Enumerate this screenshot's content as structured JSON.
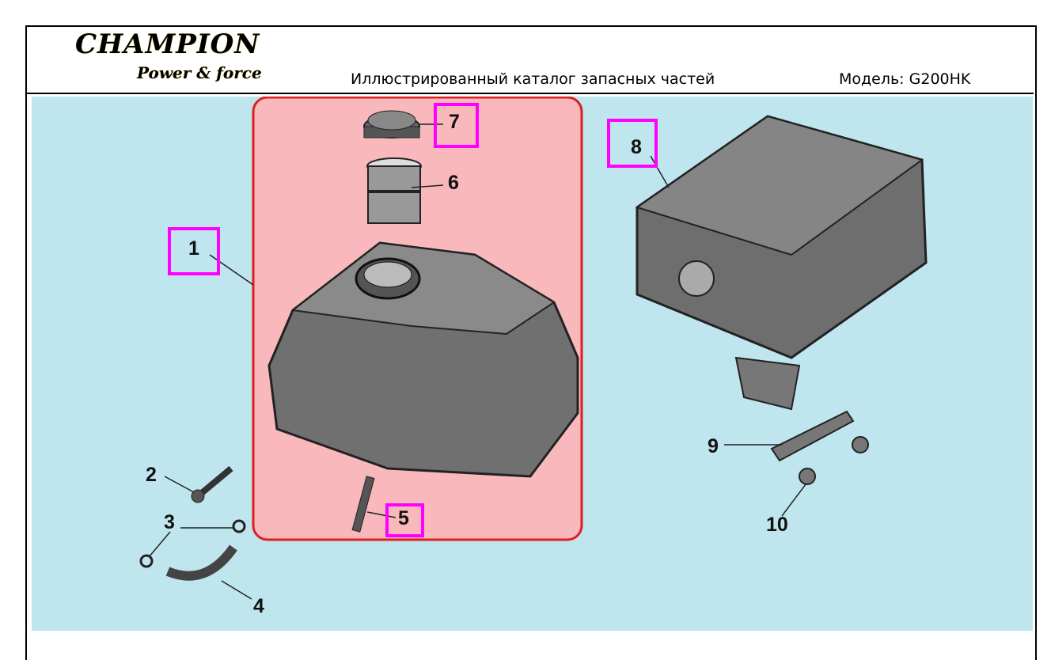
{
  "header": {
    "logo_brand": "CHAMPION",
    "logo_tagline": "Power & force",
    "title": "Иллюстрированный каталог запасных частей",
    "model": "Модель: G200HK"
  },
  "diagram": {
    "callouts": [
      "1",
      "2",
      "3",
      "4",
      "5",
      "6",
      "7",
      "8",
      "9",
      "10"
    ],
    "highlighted": [
      "1",
      "5",
      "7",
      "8"
    ],
    "colors": {
      "background": "#bfe5ee",
      "group_fill": "#f8b8bc",
      "group_border": "#e02020",
      "highlight": "#ff00ff"
    }
  }
}
